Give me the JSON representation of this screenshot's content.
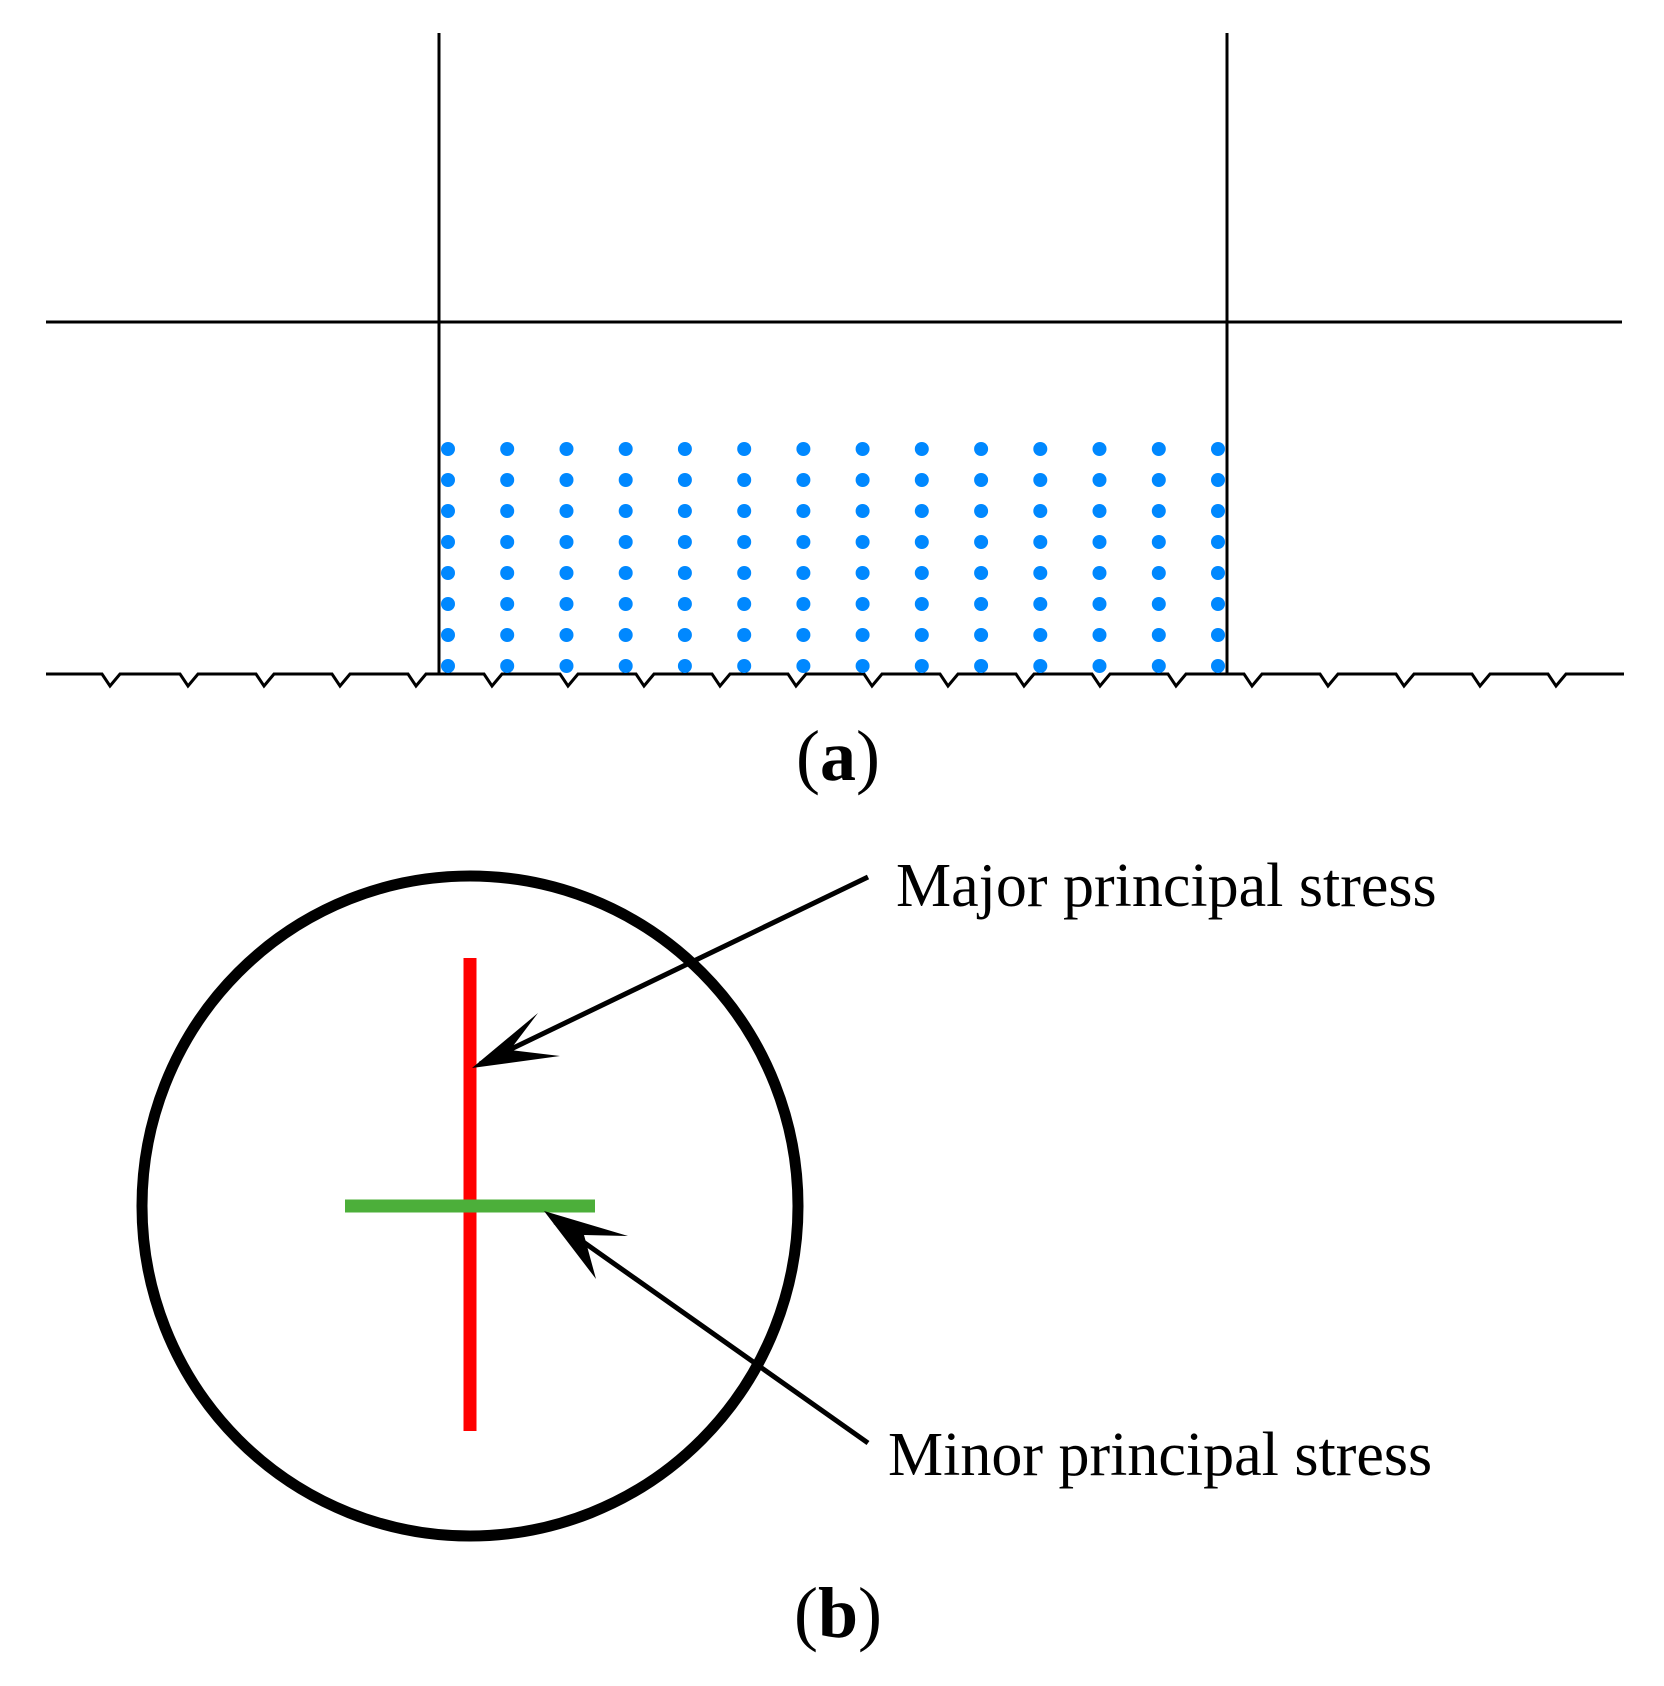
{
  "panel_a": {
    "label_open": "(",
    "label_letter": "a",
    "label_close": ")",
    "grid": {
      "columns": 14,
      "rows": 8
    }
  },
  "panel_b": {
    "label_open": "(",
    "label_letter": "b",
    "label_close": ")",
    "major_label": "Major principal stress",
    "minor_label": "Minor principal stress"
  },
  "colors": {
    "line": "#000000",
    "particle": "#0088ff",
    "major_stress": "#ff0000",
    "minor_stress": "#4caf3a"
  }
}
